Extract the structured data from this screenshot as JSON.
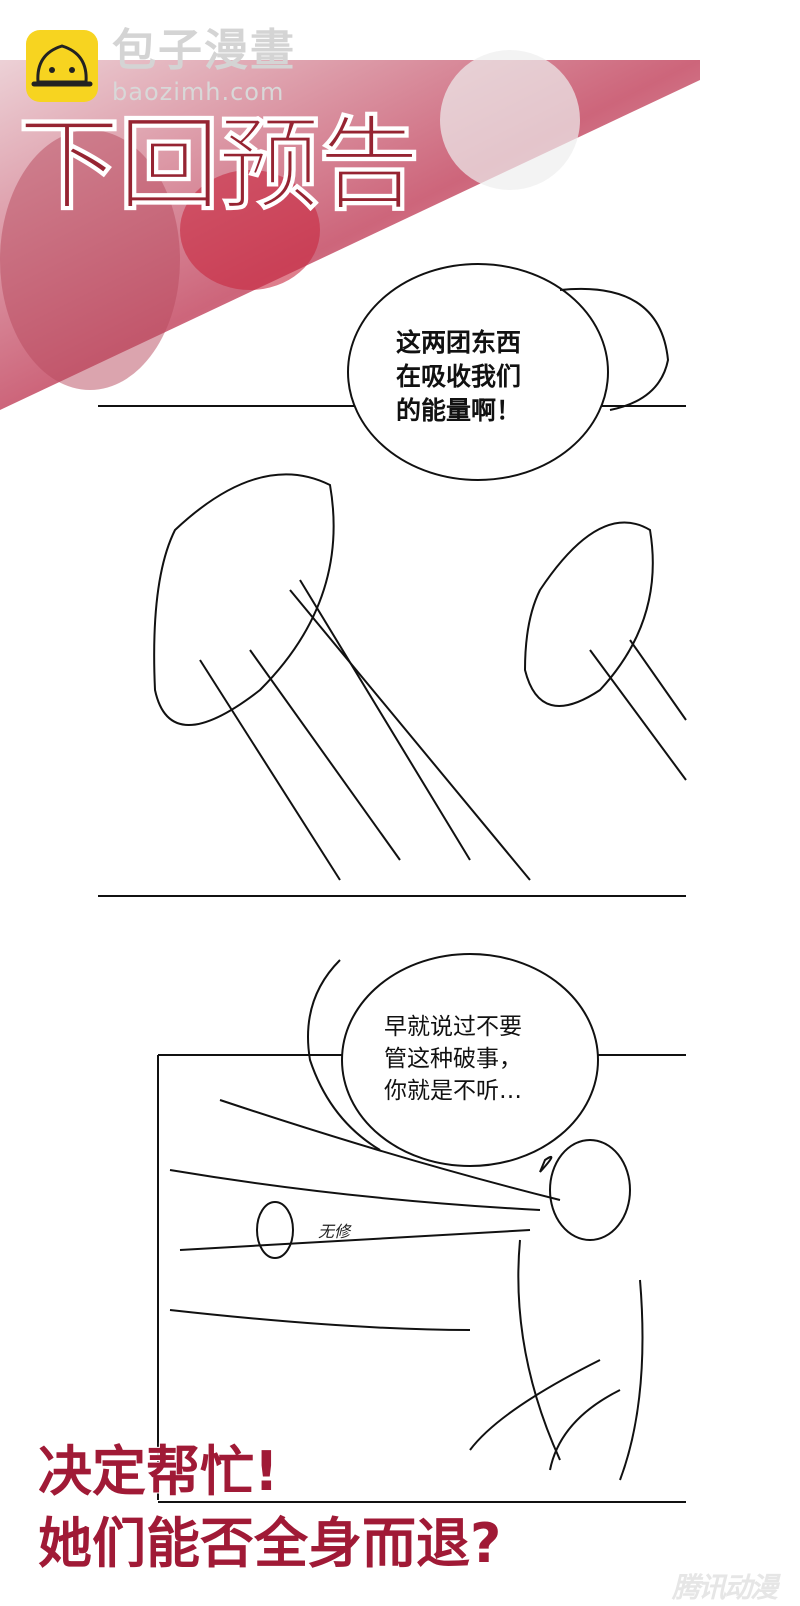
{
  "watermark": {
    "site_name": "包子漫畫",
    "url": "baozimh.com",
    "logo_color": "#f7d420"
  },
  "header": {
    "title": "下回预告",
    "title_color": "#962432"
  },
  "panels": [
    {
      "bubble_lines": [
        "这两团东西",
        "在吸收我们",
        "的能量啊！"
      ]
    },
    {
      "bubble_lines": [
        "早就说过不要",
        "管这种破事，",
        "你就是不听…"
      ],
      "sfx": "无修"
    }
  ],
  "caption": {
    "lines": [
      "决定帮忙!",
      "她们能否全身而退?"
    ],
    "color": "#a01a36"
  },
  "publisher_watermark": "腾讯动漫"
}
